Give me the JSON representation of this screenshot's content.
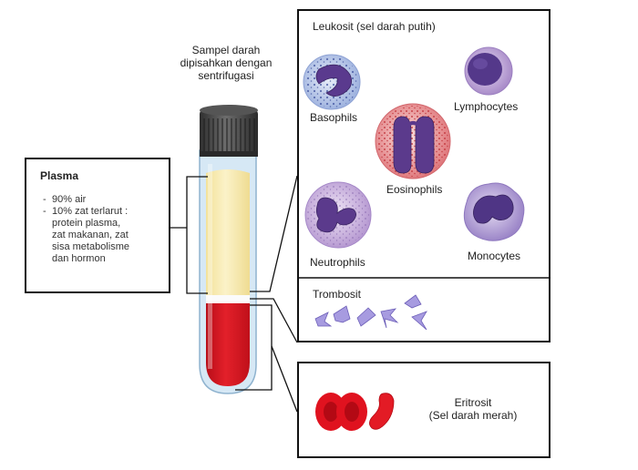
{
  "sample": {
    "caption_lines": [
      "Sampel darah",
      "dipisahkan dengan",
      "sentrifugasi"
    ]
  },
  "plasma": {
    "title": "Plasma",
    "items": [
      "90% air",
      "10% zat terlarut :"
    ],
    "subitems": [
      "protein plasma,",
      "zat makanan, zat",
      "sisa metabolisme",
      "dan hormon"
    ]
  },
  "leukosit": {
    "title": "Leukosit (sel darah putih)",
    "cells": {
      "basophils": "Basophils",
      "lymphocytes": "Lymphocytes",
      "eosinophils": "Eosinophils",
      "neutrophils": "Neutrophils",
      "monocytes": "Monocytes"
    }
  },
  "trombosit": {
    "title": "Trombosit"
  },
  "eritrosit": {
    "title_lines": [
      "Eritrosit",
      "(Sel darah merah)"
    ]
  },
  "colors": {
    "plasma": "#f7e9a8",
    "blood": "#d4121f",
    "buffy_coat": "#fafafa",
    "tube_glass": "#cfe3f2",
    "cap": "#444444",
    "basophil_cell": "#c9d6ef",
    "basophil_nucleus": "#5b3a8c",
    "lymphocyte_cell": "#cdb8e0",
    "lymphocyte_nucleus": "#5a3d8e",
    "eosinophil_cell": "#f2b0b0",
    "eosinophil_nucleus": "#5b3a8c",
    "neutrophil_cell": "#d9c5e8",
    "monocyte_cell": "#c5b6e0",
    "platelet": "#9a8fd0",
    "erythrocyte": "#e0121f"
  }
}
